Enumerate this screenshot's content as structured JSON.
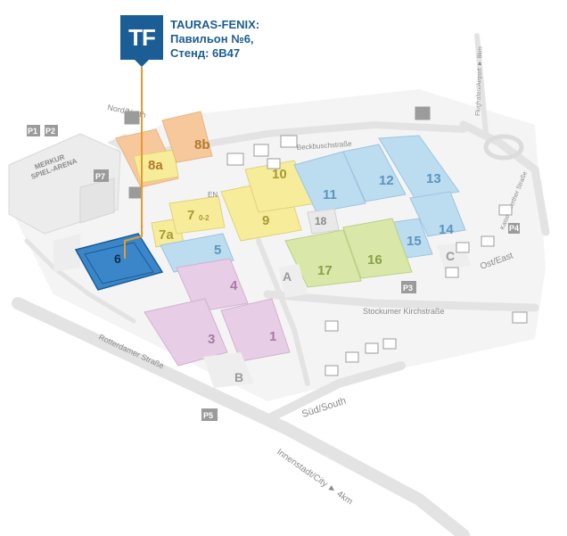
{
  "marker": {
    "logo": "TF",
    "company": "TAURAS-FENIX:",
    "pavilion": "Павильон №6,",
    "stand": "Стенд: 6B47"
  },
  "halls": {
    "h1": "1",
    "h3": "3",
    "h4": "4",
    "h5": "5",
    "h6": "6",
    "h7a": "7a",
    "h7": "7",
    "h7sub": "0-2",
    "h8a": "8a",
    "h8b": "8b",
    "h9": "9",
    "h10": "10",
    "h11": "11",
    "h12": "12",
    "h13": "13",
    "h14": "14",
    "h15": "15",
    "h16": "16",
    "h17": "17",
    "h18": "18"
  },
  "entrances": {
    "a": "A",
    "b": "B",
    "c": "C"
  },
  "labels": {
    "north": "Nord/North",
    "south": "Süd/South",
    "east": "Ost/East",
    "arena_line1": "MERKUR",
    "arena_line2": "SPIEL-ARENA",
    "beckbusch": "Beckbuschstraße",
    "stockumer": "Stockumer Kirchstraße",
    "rotterdamer": "Rotterdamer Straße",
    "innenstadt": "Innenstadt/City ► 4km",
    "flughafen": "Flughafen/Airport ► 8km",
    "kaiserswerther": "Kaiserswerther Straße",
    "en": "EN"
  },
  "parking": {
    "p1": "P1",
    "p2": "P2",
    "p3": "P3",
    "p4": "P4",
    "p5": "P5",
    "p7": "P7"
  },
  "colors": {
    "marker_blue": "#1b5d95",
    "hall6": "#3a86c8",
    "orange": "#f7c89b",
    "yellow": "#f7ec9a",
    "blue": "#bcdcf0",
    "pink": "#e8cde6",
    "green": "#d9e8a9",
    "connector": "#e69a2e"
  }
}
